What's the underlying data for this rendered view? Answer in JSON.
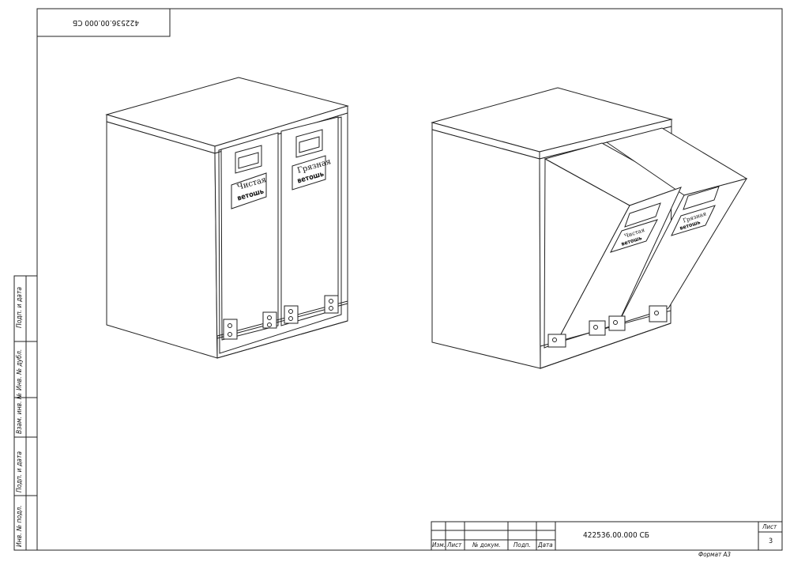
{
  "drawing": {
    "mirrored_code": "422536.00.000 СБ",
    "designation": "422536.00.000 СБ",
    "sheet_label": "Лист",
    "sheet_number": "3",
    "format": "Формат  А3"
  },
  "title_block_columns": [
    "Изм.",
    "Лист",
    "№ докум.",
    "Подп.",
    "Дата"
  ],
  "side_stamp": [
    "Подп. и дата",
    "Инв. № дубл.",
    "Взам. инв. №",
    "Подп. и дата",
    "Инв. № подл."
  ],
  "left_view": {
    "bin_clean": [
      "Чистая",
      "ветошь"
    ],
    "bin_dirty": [
      "Грязная",
      "ветошь"
    ]
  },
  "right_view": {
    "bin_clean": [
      "Чистая",
      "ветошь"
    ],
    "bin_dirty": [
      "Грязная",
      "ветошь"
    ]
  }
}
